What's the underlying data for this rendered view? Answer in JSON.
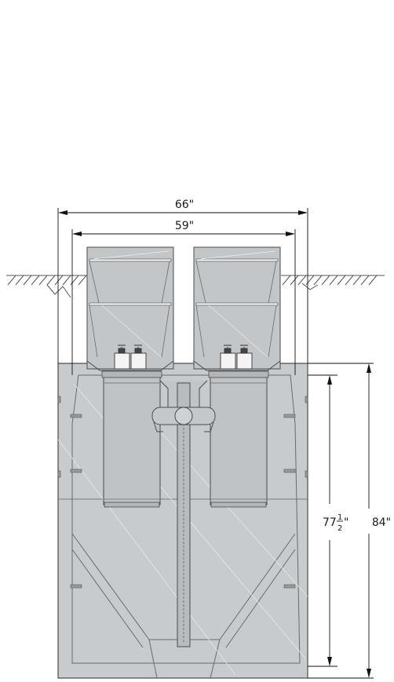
{
  "dimensions": {
    "overall_width": "66\"",
    "inner_width": "59\"",
    "inner_height_whole": "77",
    "inner_height_frac_num": "1",
    "inner_height_frac_den": "2",
    "inner_height_unit": "\"",
    "overall_height": "84\""
  },
  "colors": {
    "tank_fill": "#c8cbcd",
    "riser_fill": "#c3c6c8",
    "line": "#4a4a4a",
    "dim_line": "#111111",
    "grade_hatch": "#555555"
  }
}
